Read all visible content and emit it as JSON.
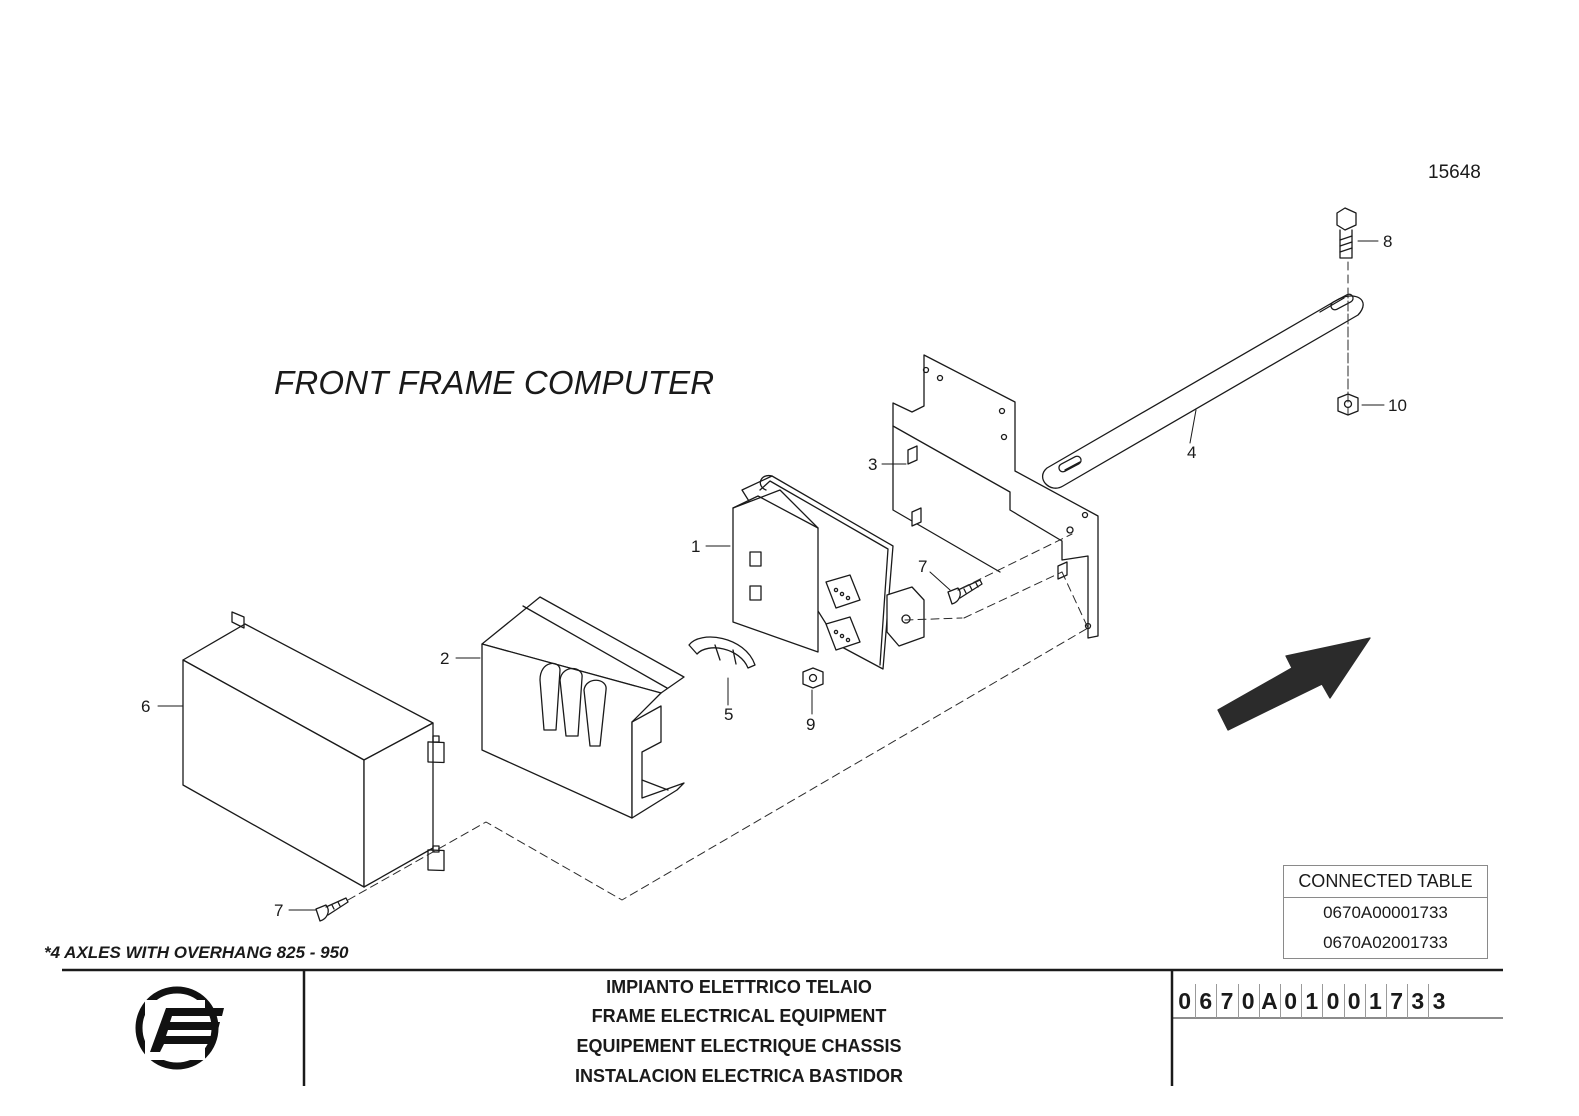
{
  "drawing_number": "15648",
  "diagram_title": "FRONT FRAME COMPUTER",
  "callouts": {
    "c1": "1",
    "c2": "2",
    "c3": "3",
    "c4": "4",
    "c5": "5",
    "c6": "6",
    "c7a": "7",
    "c7b": "7",
    "c8": "8",
    "c9": "9",
    "c10": "10"
  },
  "variant_note": "*4 AXLES WITH OVERHANG 825 - 950",
  "connected_table": {
    "header": "CONNECTED TABLE",
    "rows": [
      "0670A00001733",
      "0670A02001733"
    ]
  },
  "title_block": {
    "lines": [
      "IMPIANTO ELETTRICO TELAIO",
      "FRAME ELECTRICAL EQUIPMENT",
      "EQUIPEMENT ELECTRIQUE CHASSIS",
      "INSTALACION ELECTRICA BASTIDOR"
    ],
    "code_chars": [
      "0",
      "6",
      "7",
      "0",
      "A",
      "0",
      "1",
      "0",
      "0",
      "1",
      "7",
      "3",
      "3"
    ]
  },
  "colors": {
    "line": "#1a1a1a",
    "dash": "#2a2a2a",
    "arrow": "#2b2b2b"
  }
}
